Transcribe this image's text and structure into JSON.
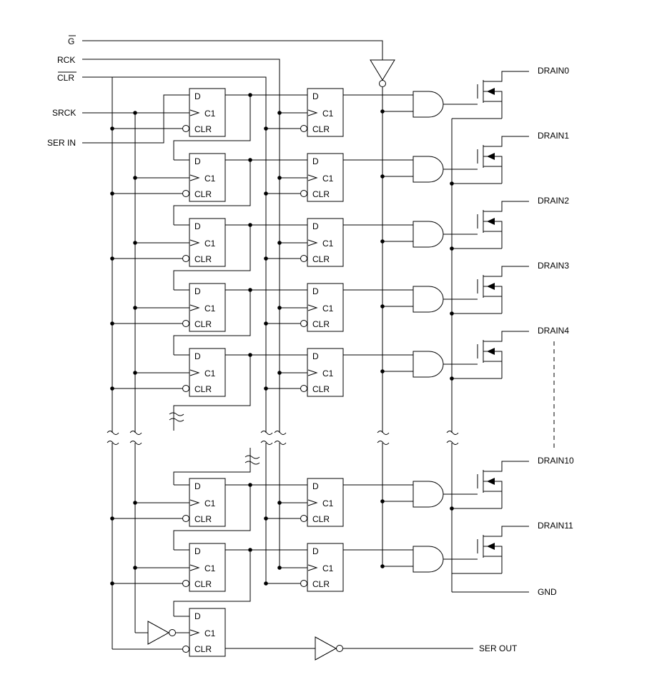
{
  "signals": {
    "g": "G",
    "rck": "RCK",
    "clr": "CLR",
    "srck": "SRCK",
    "ser_in": "SER IN",
    "ser_out": "SER OUT",
    "gnd": "GND"
  },
  "flipflop_pins": {
    "d": "D",
    "c1": "C1",
    "clr": "CLR"
  },
  "drains": [
    "DRAIN0",
    "DRAIN1",
    "DRAIN2",
    "DRAIN3",
    "DRAIN4",
    "DRAIN10",
    "DRAIN11"
  ]
}
